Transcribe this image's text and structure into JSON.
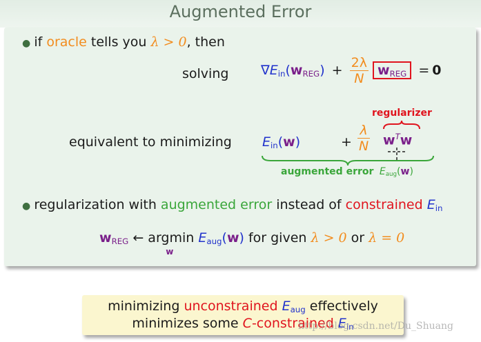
{
  "title": "Augmented Error",
  "bullet1": {
    "pre": "if ",
    "oracle": "oracle",
    "mid": " tells you ",
    "condition": "λ > 0",
    "post": ", then"
  },
  "solving": {
    "label": "solving",
    "nabla": "∇",
    "E": "E",
    "E_sub": "in",
    "lparen": "(",
    "w": "w",
    "w_sub": "REG",
    "rparen": ")",
    "plus": "+",
    "frac_num": "2λ",
    "frac_den": "N",
    "boxed_w": "w",
    "boxed_sub": "REG",
    "equals": "=",
    "zero": "0"
  },
  "equivalent": {
    "label": "equivalent to minimizing",
    "E": "E",
    "E_sub": "in",
    "arg_open": "(",
    "arg_w": "w",
    "arg_close": ")",
    "plus": "+",
    "frac_num": "λ",
    "frac_den": "N",
    "w_left": "w",
    "T": "T",
    "w_right": "w",
    "regularizer_label": "regularizer",
    "augmented_label": "augmented error",
    "aug_E": "E",
    "aug_sub": "aug",
    "aug_open": "(",
    "aug_w": "w",
    "aug_close": ")"
  },
  "bullet2": {
    "pre": "regularization with ",
    "augmented": "augmented error",
    "mid": " instead of ",
    "constrained": "constrained",
    "E": "E",
    "E_sub": "in"
  },
  "argmin_line": {
    "w": "w",
    "w_sub": "REG",
    "arrow": " ← ",
    "argmin": "argmin",
    "argmin_sub": "w",
    "E": "E",
    "E_sub": "aug",
    "open": "(",
    "arg": "w",
    "close": ")",
    "for_given": " for given ",
    "cond1": "λ > 0",
    "or": " or ",
    "cond2": "λ = 0"
  },
  "bottom": {
    "line1_pre": "minimizing ",
    "line1_unconstrained": "unconstrained",
    "line1_E": "E",
    "line1_E_sub": "aug",
    "line1_post": " effectively",
    "line2_pre": "minimizes some ",
    "line2_C": "C",
    "line2_constrained": "-constrained",
    "line2_E": "E",
    "line2_E_sub": "in"
  },
  "watermark": "http://blog.csdn.net/Du_Shuang",
  "colors": {
    "orange": "#f28c1e",
    "green": "#3aa63a",
    "red": "#e0141e",
    "blue": "#2233cc",
    "purple": "#7a1f8a"
  }
}
